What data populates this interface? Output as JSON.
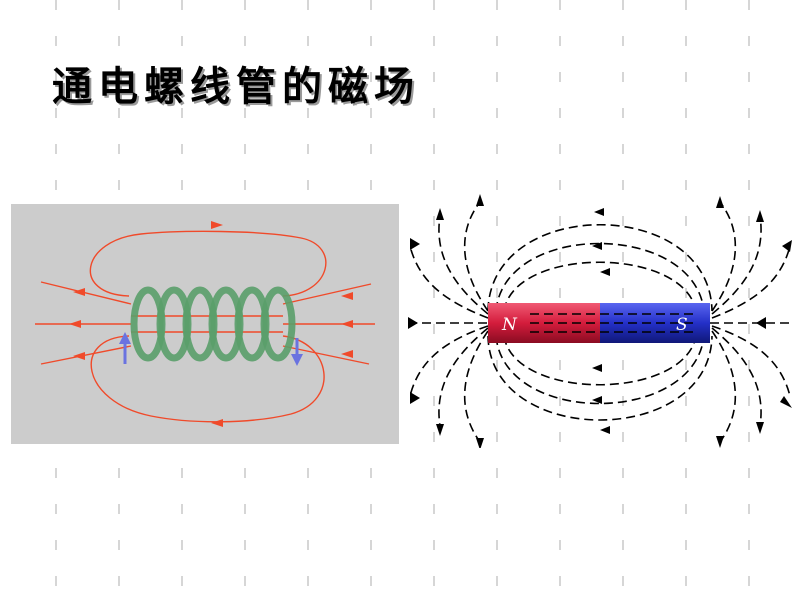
{
  "slide": {
    "title": "通电螺线管的磁场",
    "colors": {
      "grid": "#c9c9c9",
      "panel_bg": "#cccccc",
      "coil": "#5a9e6a",
      "field_lines_solenoid": "#f04a2a",
      "current_arrow": "#6a73e0",
      "magnet_north": "#d41c3c",
      "magnet_south": "#2430c8",
      "field_lines_magnet": "#000000"
    }
  },
  "solenoid_figure": {
    "description_icon": "solenoid-field-diagram",
    "turns": 6
  },
  "magnet_figure": {
    "north_label": "N",
    "south_label": "S"
  }
}
